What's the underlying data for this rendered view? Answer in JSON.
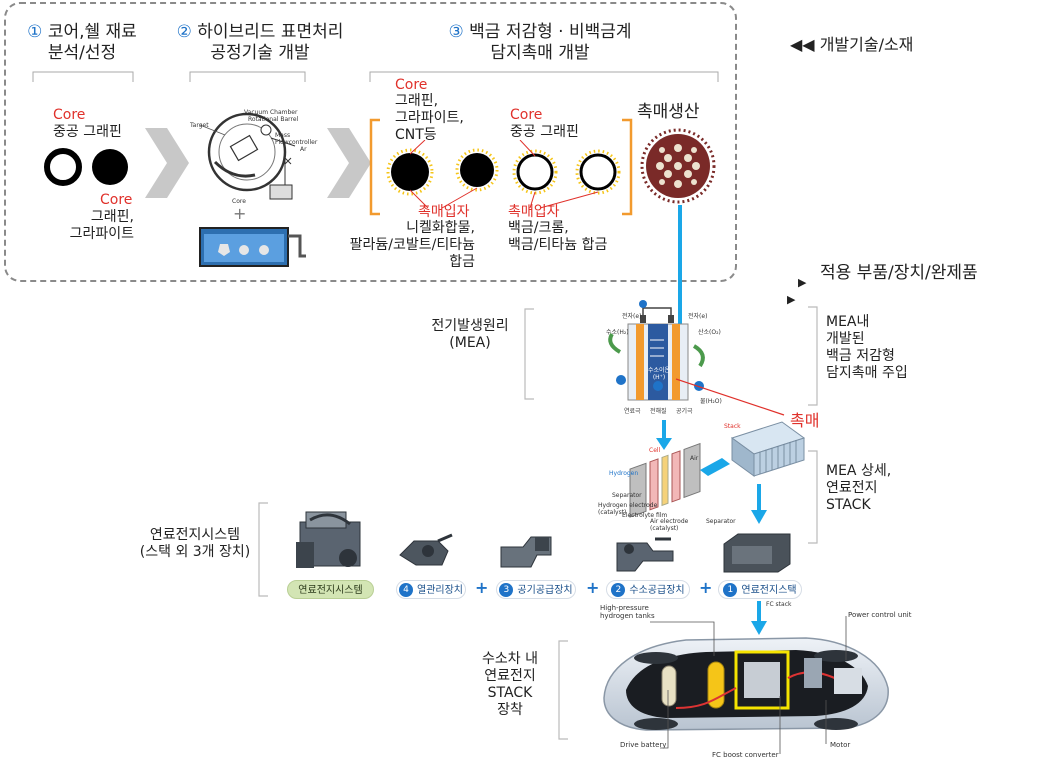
{
  "top": {
    "step1": {
      "num": "①",
      "title_l1": "코어,쉘 재료",
      "title_l2": "분석/선정"
    },
    "step2": {
      "num": "②",
      "title_l1": "하이브리드 표면처리",
      "title_l2": "공정기술 개발"
    },
    "step3": {
      "num": "③",
      "title_l1": "백금 저감형 · 비백금계",
      "title_l2": "담지촉매 개발"
    },
    "legend_dev": "◀◀ 개발기술/소재"
  },
  "step1_labels": {
    "core1": "Core",
    "core1_desc": "중공 그래핀",
    "core2": "Core",
    "core2_desc_l1": "그래핀,",
    "core2_desc_l2": "그라파이트"
  },
  "step2_labels": {
    "target": "Target",
    "vacuum": "Vacuum Chamber",
    "rotational": "Rotational Barrel",
    "mass_flow": "Mass",
    "flow_ctrl": "Flowcontroller",
    "ar": "Ar",
    "core": "Core"
  },
  "step3_labels": {
    "core_a": "Core",
    "core_a_l1": "그래핀,",
    "core_a_l2": "그라파이트,",
    "core_a_l3": "CNT등",
    "core_b": "Core",
    "core_b_desc": "중공 그래핀",
    "particle_a": "촉매입자",
    "particle_a_l1": "니켈화합물,",
    "particle_a_l2": "팔라듐/코발트/티타늄",
    "particle_a_l3": "합금",
    "particle_b": "촉매입자",
    "particle_b_l1": "백금/크롬,",
    "particle_b_l2": "백금/티타늄 합금"
  },
  "catalyst_production": "촉매생산",
  "applied": {
    "label": "적용 부품/장치/완제품"
  },
  "mea": {
    "left_l1": "전기발생원리",
    "left_l2": "(MEA)",
    "right_l1": "MEA내",
    "right_l2": "개발된",
    "right_l3": "백금 저감형",
    "right_l4": "담지촉매 주입",
    "catalyst": "촉매",
    "fig_electron_l": "전자(e)",
    "fig_electron_r": "전자(e)",
    "fig_h2": "수소(H₂)",
    "fig_o2": "산소(O₂)",
    "fig_ion_l1": "수소이온",
    "fig_ion_l2": "(H⁺)",
    "fig_water": "물(H₂O)",
    "fig_anode": "연료극",
    "fig_electrolyte": "전해질",
    "fig_cathode": "공기극"
  },
  "stack": {
    "right_l1": "MEA 상세,",
    "right_l2": "연료전지",
    "right_l3": "STACK",
    "fig_cell": "Cell",
    "fig_stack": "Stack",
    "fig_hydrogen": "Hydrogen",
    "fig_air": "Air",
    "fig_separator": "Separator",
    "fig_h_electrode_l1": "Hydrogen electrode",
    "fig_h_electrode_l2": "(catalyst)",
    "fig_electrolyte": "Electrolyte film",
    "fig_air_electrode_l1": "Air electrode",
    "fig_air_electrode_l2": "(catalyst)",
    "fig_separator2": "Separator"
  },
  "system": {
    "left_l1": "연료전지시스템",
    "left_l2": "(스택 외 3개 장치)",
    "pill_system": "연료전지시스템",
    "items": [
      {
        "num": "4",
        "label": "열관리장치"
      },
      {
        "num": "3",
        "label": "공기공급장치"
      },
      {
        "num": "2",
        "label": "수소공급장치"
      },
      {
        "num": "1",
        "label": "연료전지스택"
      }
    ],
    "plus": "+"
  },
  "car": {
    "left_l1": "수소차 내",
    "left_l2": "연료전지",
    "left_l3": "STACK",
    "left_l4": "장착",
    "fc_stack": "FC stack",
    "tanks_l1": "High-pressure",
    "tanks_l2": "hydrogen tanks",
    "pcu": "Power control unit",
    "battery": "Drive battery",
    "converter": "FC boost converter",
    "motor": "Motor"
  },
  "colors": {
    "accent_blue": "#1f73c8",
    "arrow_blue": "#1aa7e8",
    "red": "#e0312b",
    "orange_bracket": "#f29a2e",
    "pill_green": "#d3e5b4"
  }
}
